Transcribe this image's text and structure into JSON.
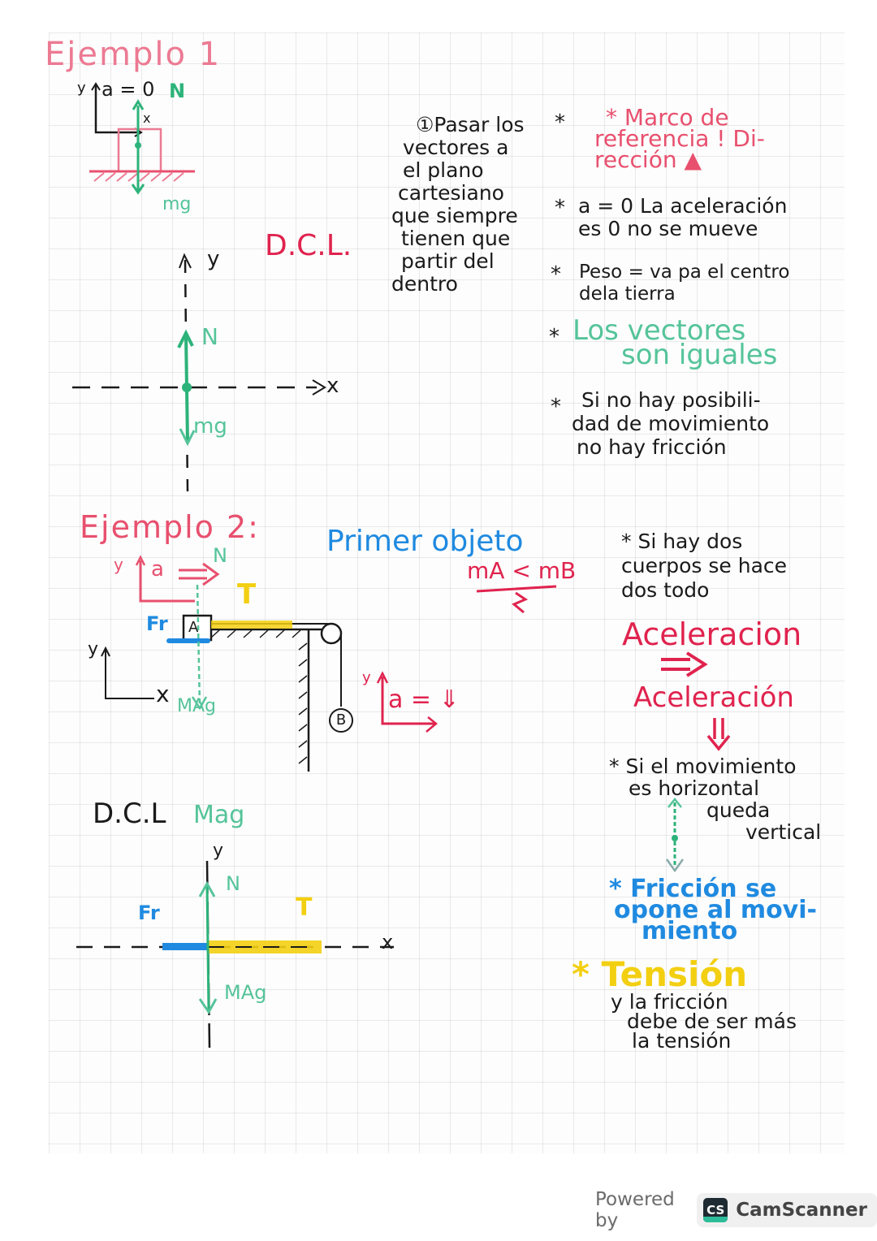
{
  "example1": {
    "title": "Ejemplo 1",
    "axes_label": "y",
    "accel_label": "a = 0",
    "normal_label": "N",
    "weight_label": "mg",
    "x_label": "x"
  },
  "dcl1": {
    "title": "D.C.L.",
    "y_label": "y",
    "x_label": "x",
    "normal_label": "N",
    "weight_label": "mg"
  },
  "step1": {
    "lines": [
      "①Pasar los",
      "vectores a",
      "el plano",
      "cartesiano",
      "que siempre",
      "tienen que",
      "partir del",
      "dentro"
    ]
  },
  "notes_top": [
    {
      "bullet": "*",
      "lines": [
        "* Marco de",
        "referencia ! Di-",
        "rección ▲"
      ],
      "color": "pink"
    },
    {
      "bullet": "*",
      "lines": [
        "a = 0 La aceleración",
        "es 0  no se mueve"
      ],
      "color": "black"
    },
    {
      "bullet": "*",
      "lines": [
        "Peso = va pa el centro",
        "dela tierra"
      ],
      "color": "black"
    },
    {
      "bullet": "*",
      "lines": [
        "Los vectores",
        "son iguales"
      ],
      "color": "green"
    },
    {
      "bullet": "*",
      "lines": [
        "Si no hay posibili-",
        "dad de movimiento",
        "no hay fricción"
      ],
      "color": "black"
    }
  ],
  "example2": {
    "title": "Ejemplo 2:",
    "accel_label": "a",
    "normal_label": "N",
    "tension_label": "T",
    "friction_label": "Fr",
    "block_a": "A",
    "block_b": "B",
    "weight_label": "MAg",
    "axis_y": "y",
    "axis_x": "x",
    "accel_b_label": "a = ⇓"
  },
  "first_object": {
    "title": "Primer objeto",
    "mass_relation": "mA < mB"
  },
  "notes_bottom": {
    "two_bodies": [
      "* Si hay dos",
      "cuerpos se hace",
      "dos todo"
    ],
    "accel1": "Aceleracion",
    "accel2": "Aceleración",
    "horizontal": [
      "* Si el movimiento",
      "es horizontal",
      "queda",
      "vertical"
    ],
    "friction": [
      "* Fricción se",
      "opone al movi-",
      "miento"
    ],
    "tension_title": "* Tensión",
    "tension_lines": [
      "y la fricción",
      "debe de ser más",
      "la tensión"
    ]
  },
  "dcl2": {
    "title": "D.C.L",
    "subtitle": "Mag",
    "y_label": "y",
    "x_label": "x",
    "normal_label": "N",
    "friction_label": "Fr",
    "tension_label": "T",
    "weight_label": "MAg"
  },
  "footer": {
    "powered_by": "Powered by",
    "logo_text": "CS",
    "brand": "CamScanner"
  }
}
